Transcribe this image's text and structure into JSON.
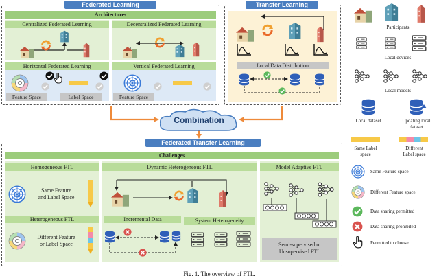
{
  "federated": {
    "title": "Federated Learning",
    "architectures": "Architectures",
    "centralized": "Centralized Federated Learning",
    "decentralized": "Decentralized Federated Learning",
    "horizontal": "Horizontal Federated Learning",
    "vertical": "Vertical Federated Learning",
    "feature_space_1": "Feature Space",
    "label_space": "Label Space",
    "feature_space_2": "Feature Space"
  },
  "transfer": {
    "title": "Transfer Learning",
    "local_distribution": "Local Data Distribution"
  },
  "combination": "Combination",
  "ftl": {
    "title": "Federated Transfer Learning",
    "challenges": "Challenges",
    "homogeneous": "Homogeneous FTL",
    "same_feature_line1": "Same Feature",
    "same_feature_line2": "and Label Space",
    "heterogeneous": "Heterogeneous FTL",
    "diff_feature_line1": "Different Feature",
    "diff_feature_line2": "or Label Space",
    "dynamic": "Dynamic Heterogeneous FTL",
    "incremental": "Incremental Data",
    "system_het": "System Heterogeneity",
    "model_adaptive": "Model Adaptive FTL",
    "semi_line1": "Semi-supervised or",
    "semi_line2": "Unsupervised FTL"
  },
  "legend": {
    "participants": "Participants",
    "local_devices": "Local devices",
    "local_models": "Local models",
    "local_dataset": "Local dataset",
    "updating_line1": "Updating local",
    "updating_line2": "dataset",
    "same_label_line1": "Same Label",
    "same_label_line2": "space",
    "diff_label_line1": "Different",
    "diff_label_line2": "Label space",
    "same_feature": "Same Feature space",
    "diff_feature": "Different Feature space",
    "sharing_permitted": "Data sharing permitted",
    "sharing_prohibited": "Data sharing prohibited",
    "permitted_choose": "Permitted to choose"
  },
  "caption": "Fig. 1.   The overview of FTL.",
  "colors": {
    "header_blue": "#4a7ec0",
    "green": "#b9dc9a",
    "arrow_orange": "#ee8a3a",
    "check_green": "#5cb85c",
    "cross_red": "#d9534f",
    "db_blue": "#2f5fb8"
  }
}
